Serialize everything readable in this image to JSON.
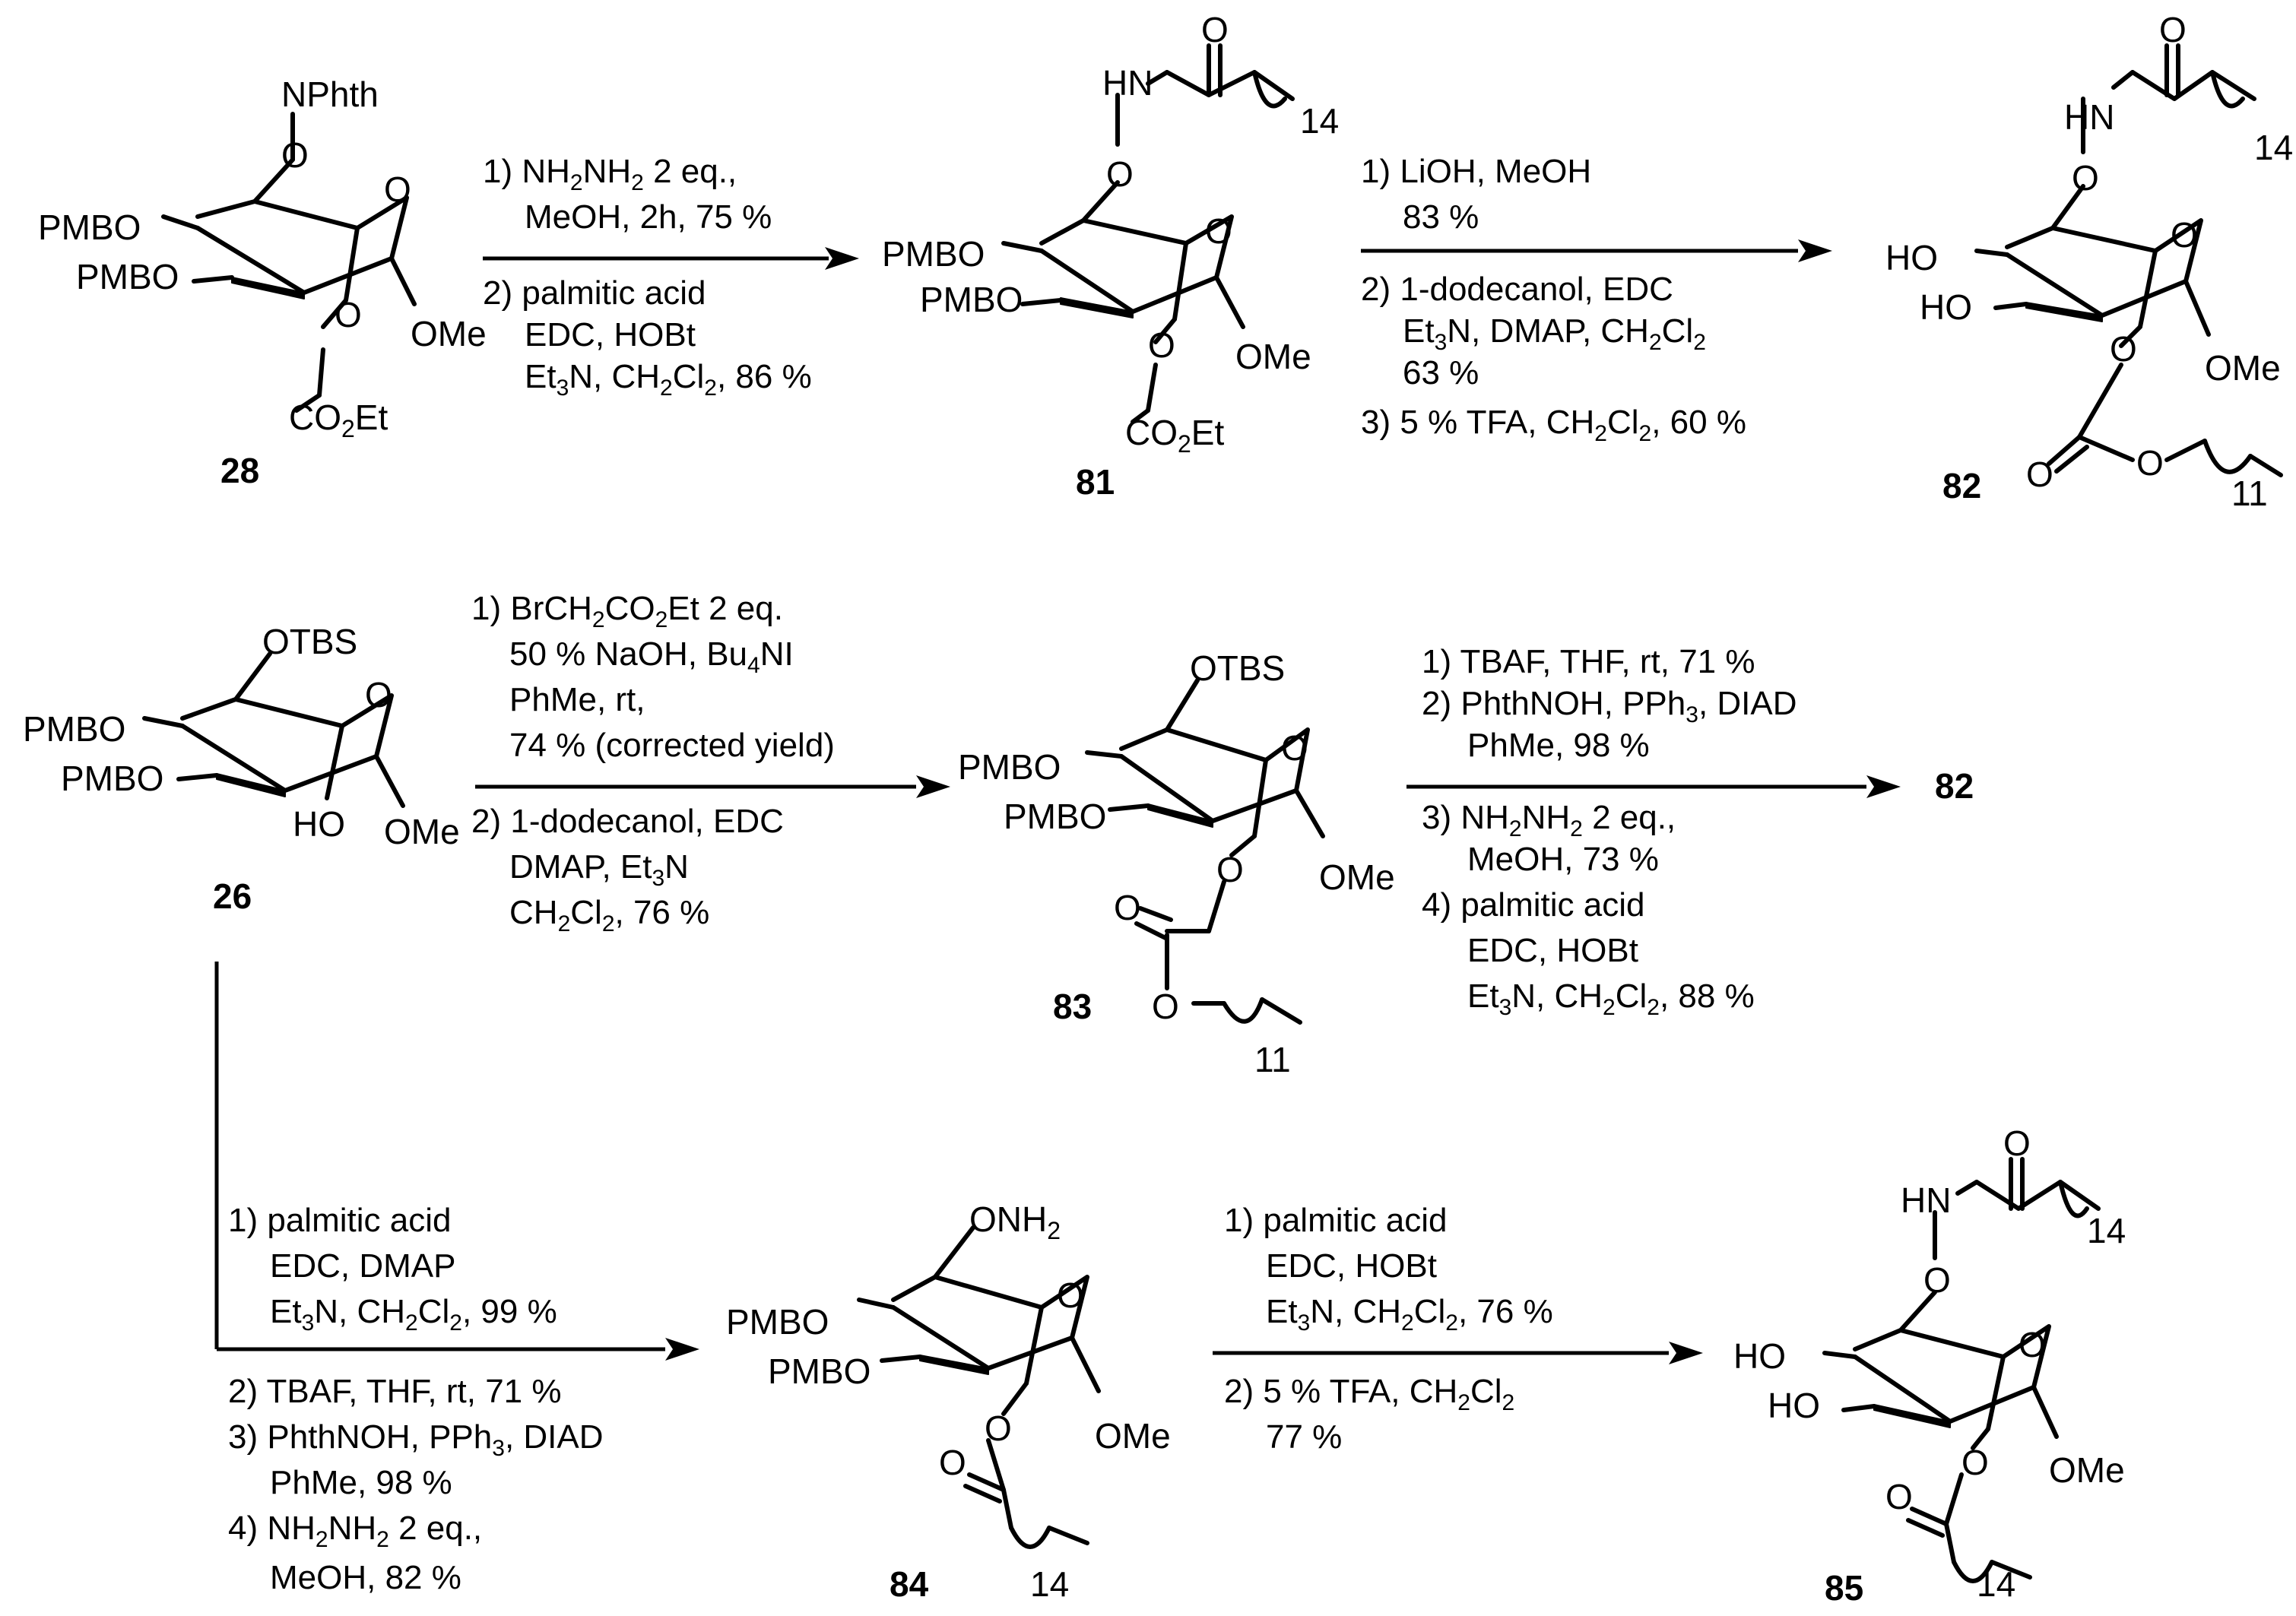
{
  "compounds": {
    "c28": {
      "id": "28",
      "labels": [
        "NPhth",
        "O",
        "O",
        "PMBO",
        "PMBO",
        "O",
        "OMe",
        "CO2Et"
      ]
    },
    "c81": {
      "id": "81",
      "labels": [
        "HN",
        "O",
        "14",
        "O",
        "O",
        "PMBO",
        "PMBO",
        "O",
        "OMe",
        "CO2Et"
      ]
    },
    "c82": {
      "id": "82",
      "labels": [
        "HN",
        "O",
        "14",
        "O",
        "O",
        "HO",
        "HO",
        "O",
        "OMe",
        "O",
        "O",
        "11"
      ]
    },
    "c26": {
      "id": "26",
      "labels": [
        "OTBS",
        "O",
        "PMBO",
        "PMBO",
        "HO",
        "OMe"
      ]
    },
    "c83": {
      "id": "83",
      "labels": [
        "OTBS",
        "O",
        "PMBO",
        "PMBO",
        "O",
        "OMe",
        "O",
        "O",
        "11"
      ]
    },
    "c82ref": {
      "id": "82"
    },
    "c84": {
      "id": "84",
      "labels": [
        "ONH2",
        "O",
        "PMBO",
        "PMBO",
        "O",
        "OMe",
        "O",
        "14"
      ]
    },
    "c85": {
      "id": "85",
      "labels": [
        "HN",
        "O",
        "14",
        "O",
        "O",
        "HO",
        "HO",
        "O",
        "OMe",
        "O",
        "14"
      ]
    }
  },
  "reactions": [
    {
      "from": "28",
      "to": "81",
      "above": [
        "1) NH2NH2  2 eq.,",
        "MeOH, 2h, 75 %"
      ],
      "below": [
        "2) palmitic acid",
        "EDC, HOBt",
        "Et3N, CH2Cl2, 86 %"
      ]
    },
    {
      "from": "81",
      "to": "82",
      "above": [
        "1) LiOH, MeOH",
        "83 %"
      ],
      "below": [
        "2) 1-dodecanol, EDC",
        "Et3N, DMAP, CH2Cl2",
        "63 %",
        "3) 5 % TFA, CH2Cl2, 60 %"
      ]
    },
    {
      "from": "26",
      "to": "83",
      "above": [
        "1) BrCH2CO2Et 2 eq.",
        "50 % NaOH, Bu4NI",
        "PhMe, rt,",
        "74 % (corrected yield)"
      ],
      "below": [
        "2) 1-dodecanol, EDC",
        "DMAP, Et3N",
        "CH2Cl2, 76 %"
      ]
    },
    {
      "from": "83",
      "to": "82",
      "above": [
        "1) TBAF, THF, rt, 71 %",
        "2) PhthNOH, PPh3, DIAD",
        "PhMe, 98 %"
      ],
      "below": [
        "3) NH2NH2  2 eq.,",
        "MeOH, 73 %",
        "4) palmitic acid",
        "EDC, HOBt",
        "Et3N, CH2Cl2, 88 %"
      ]
    },
    {
      "from": "26",
      "to": "84",
      "above": [
        "1) palmitic acid",
        "EDC, DMAP",
        "Et3N, CH2Cl2, 99 %"
      ],
      "below": [
        "2) TBAF, THF, rt, 71 %",
        "3) PhthNOH, PPh3, DIAD",
        "PhMe, 98 %",
        "4) NH2NH2 2 eq.,",
        "MeOH, 82 %"
      ]
    },
    {
      "from": "84",
      "to": "85",
      "above": [
        "1) palmitic acid",
        "EDC, HOBt",
        "Et3N, CH2Cl2, 76 %"
      ],
      "below": [
        "2) 5 % TFA, CH2Cl2",
        "77 %"
      ]
    }
  ]
}
